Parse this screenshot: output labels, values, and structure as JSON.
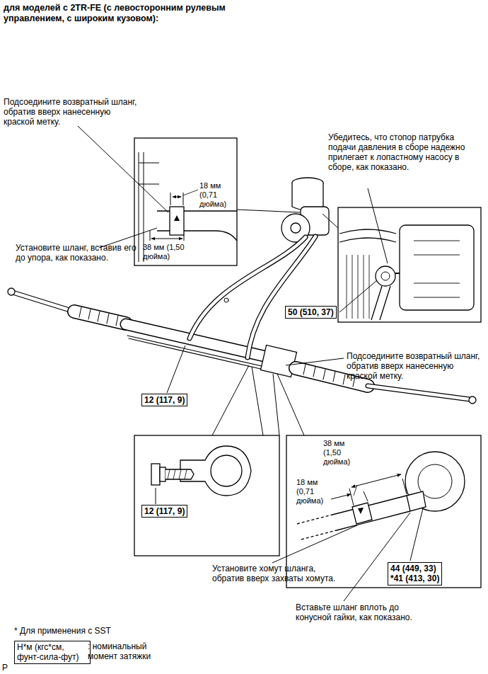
{
  "diagram": {
    "title": "для моделей с 2TR-FE (с левосторонним рулевым управлением, с широким кузовом):",
    "nodes": [
      {
        "text": [
          "12 (117, 9)"
        ]
      },
      {
        "text": [
          "50 (510, 37)"
        ]
      },
      {
        "text": [
          "12 (117, 9)"
        ]
      },
      {
        "text": [
          "44 (449, 33)",
          "*41 (413, 30)"
        ]
      },
      {
        "text": [
          "Н*м (кгс*см, фунт-сила-фут)"
        ]
      }
    ],
    "labels": [
      "Подсоедините возвратный шланг, обратив вверх нанесенную краской метку.",
      "18 мм (0,71 дюйма)",
      "Установите шланг, вставив его до упора, как показано.",
      "38 мм (1,50 дюйма)",
      "Убедитесь, что стопор патрубка подачи давления в сборе надежно прилегает к лопастному насосу в сборе, как показано.",
      "Подсоедините возвратный шланг, обратив вверх нанесенную краской метку.",
      "38 мм (1,50 дюйма)",
      "18 мм (0,71 дюйма)",
      "Установите хомут шланга, обратив вверх захваты хомута.",
      "Вставьте шланг вплоть до конусной гайки, как показано.",
      "* Для применения с SST",
      ": номинальный момент затяжки",
      "P"
    ]
  }
}
